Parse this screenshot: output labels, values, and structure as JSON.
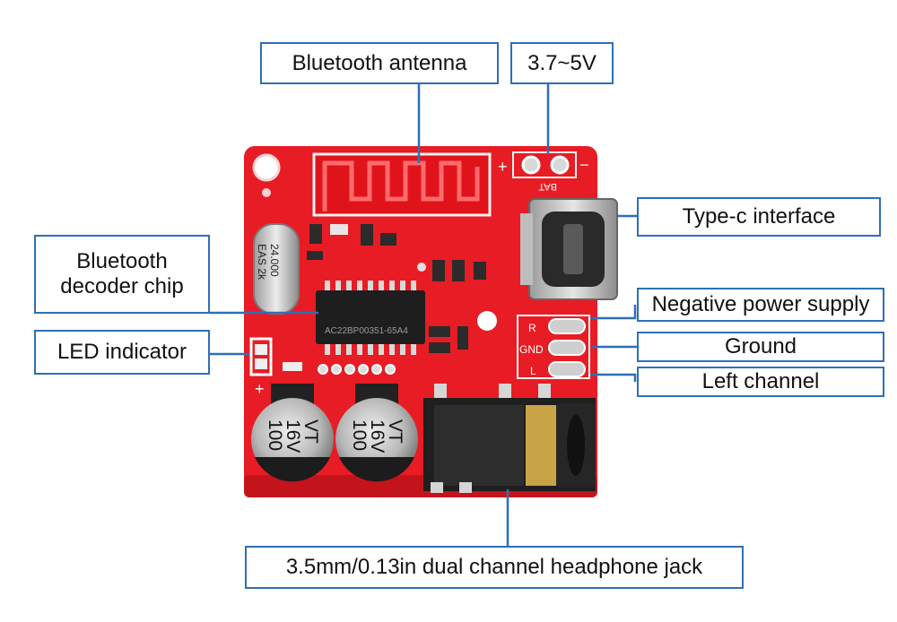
{
  "labels": {
    "antenna": "Bluetooth antenna",
    "voltage": "3.7~5V",
    "typec": "Type-c interface",
    "negative": "Negative power supply",
    "ground": "Ground",
    "left_channel": "Left channel",
    "decoder": "Bluetooth\ndecoder chip",
    "led": "LED indicator",
    "jack": "3.5mm/0.13in dual channel headphone jack"
  },
  "silkscreen": {
    "plus_top": "+",
    "minus_top": "−",
    "bat": "BAT",
    "pad_r": "R",
    "pad_gnd": "GND",
    "pad_l": "L",
    "led_plus": "+",
    "crystal_line1": "24.000",
    "crystal_line2": "EAS 2k",
    "chip_text": "AC22BP00351-65A4",
    "cap1_line1": "100",
    "cap1_line2": "16V",
    "cap1_line3": "VT",
    "cap2_line1": "100",
    "cap2_line2": "16V",
    "cap2_line3": "VT"
  },
  "colors": {
    "pcb": "#e81c24",
    "label_border": "#2f6fb6",
    "leader": "#2f6fb6"
  }
}
